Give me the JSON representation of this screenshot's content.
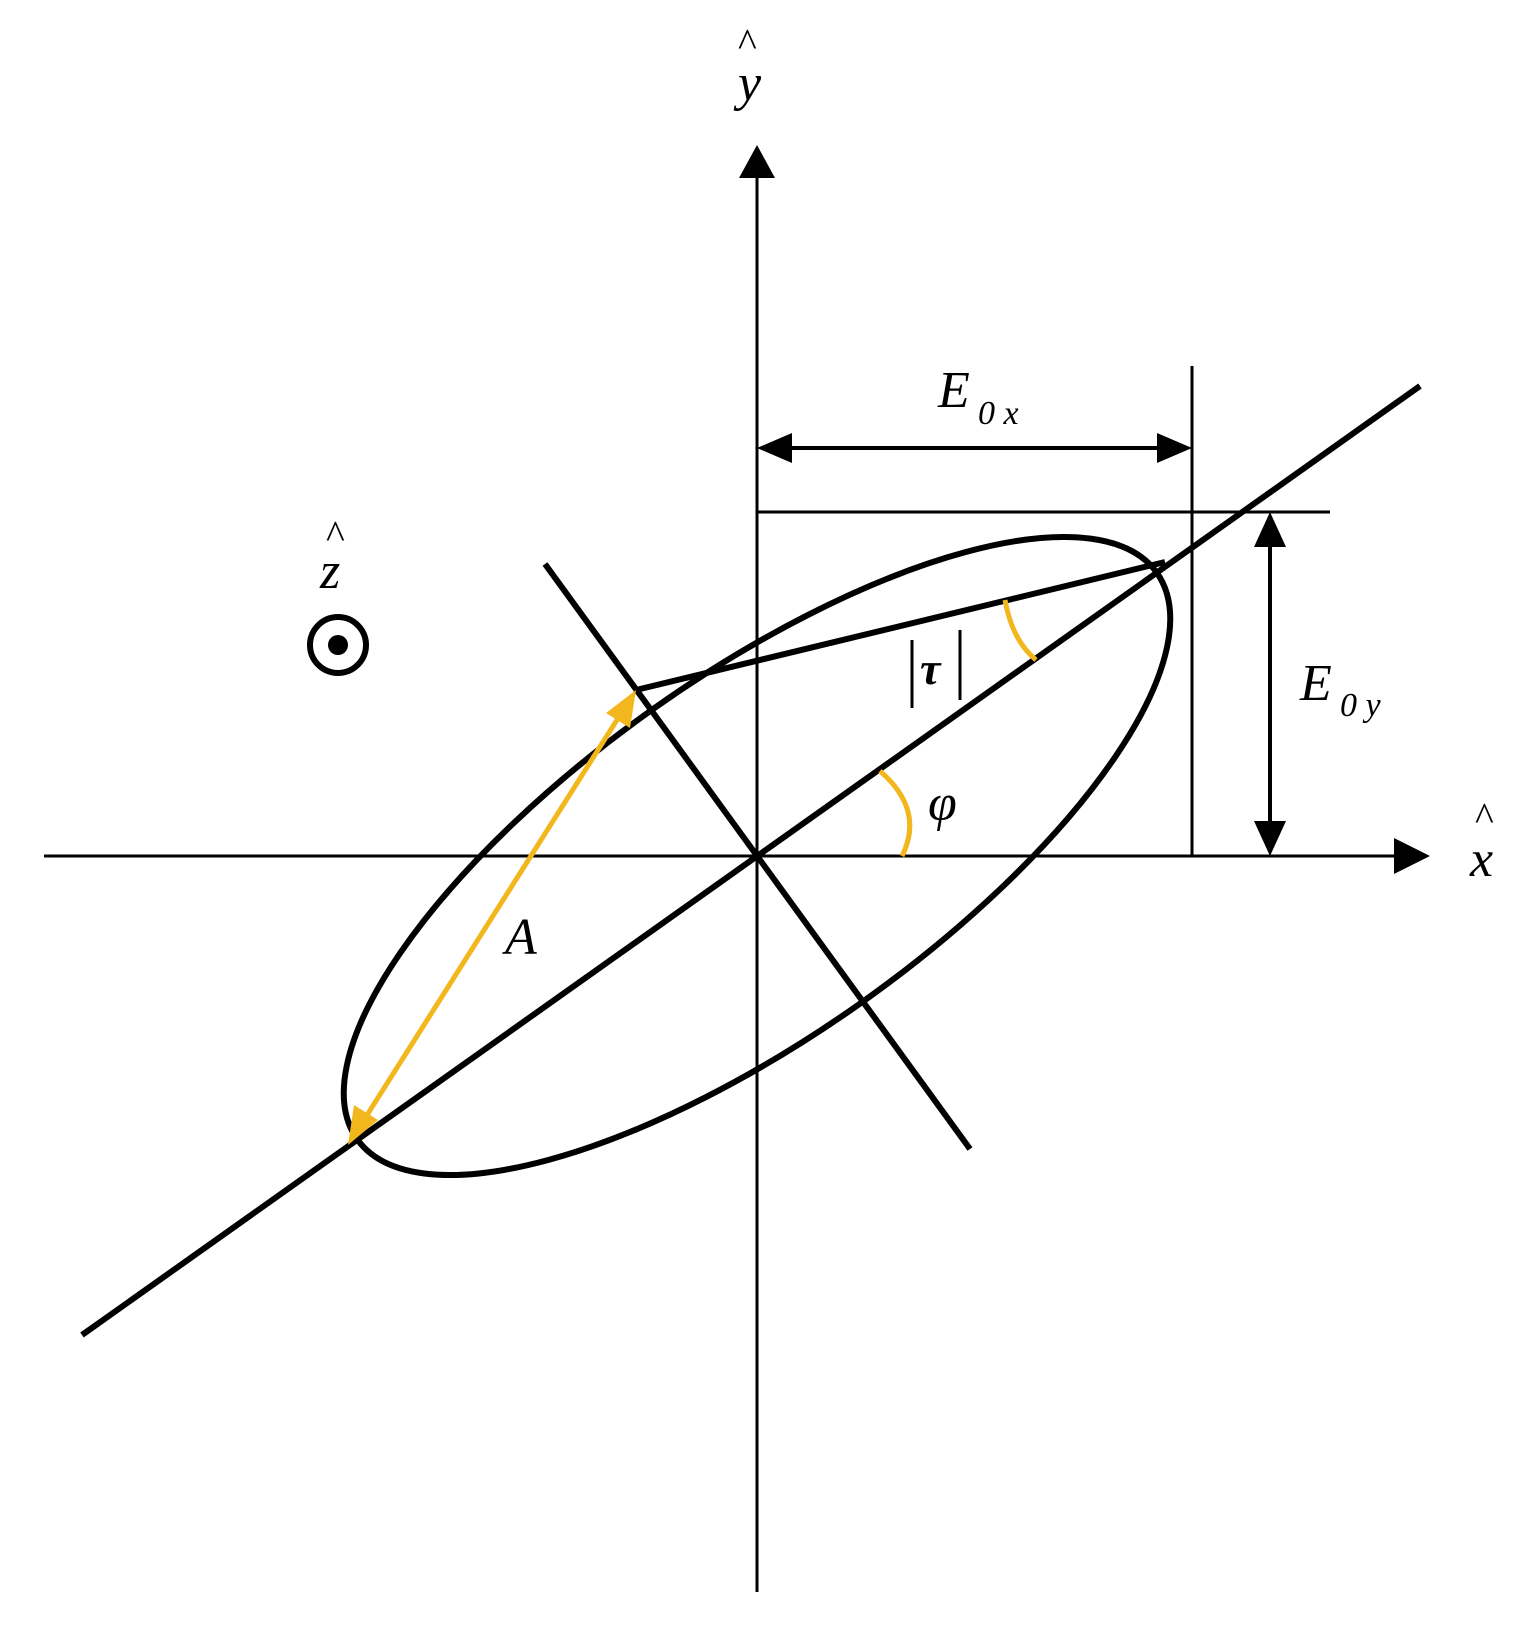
{
  "labels": {
    "x_axis": "x",
    "y_axis": "y",
    "z_axis": "z",
    "hat": "^",
    "e0x_main": "E",
    "e0x_sub": "0 x",
    "e0y_main": "E",
    "e0y_sub": "0 y",
    "tau": "τ",
    "phi": "φ",
    "amplitude": "A"
  },
  "colors": {
    "line": "#000000",
    "highlight": "#F2B71C",
    "background": "#ffffff"
  },
  "icons": {
    "z_direction": "circle-dot-out-of-page-icon"
  }
}
